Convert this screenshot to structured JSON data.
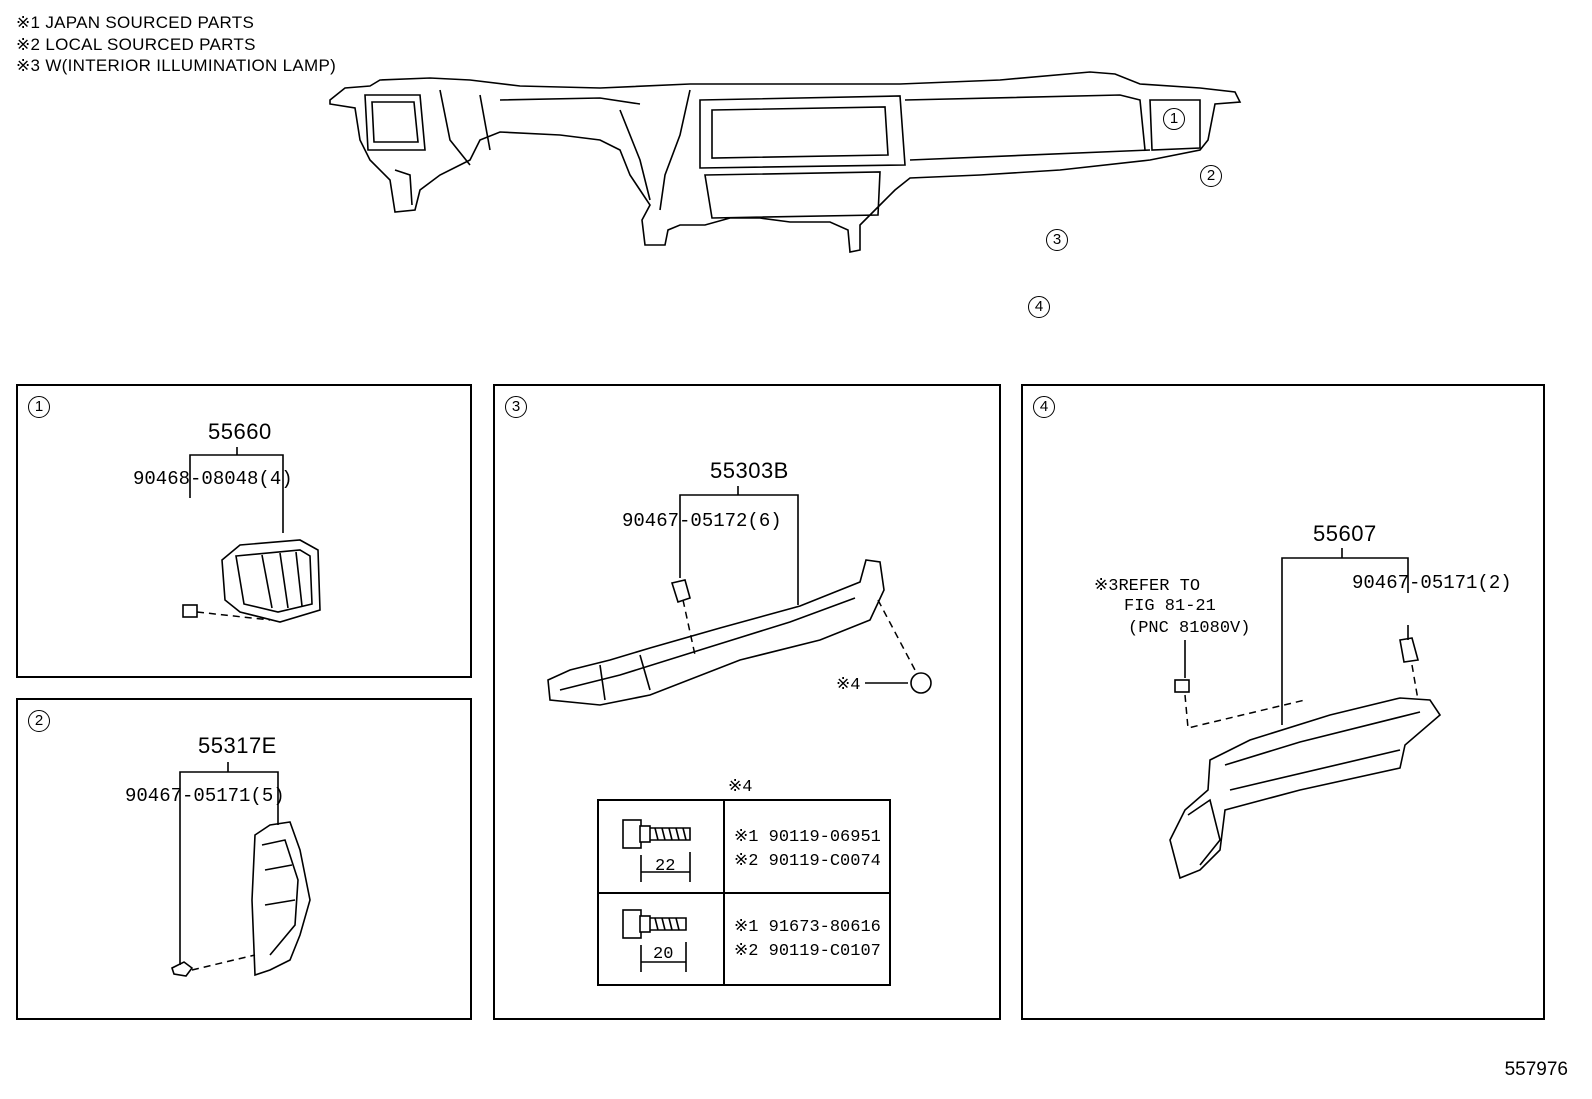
{
  "notes": {
    "line1": "※1 JAPAN SOURCED PARTS",
    "line2": "※2 LOCAL SOURCED PARTS",
    "line3": "※3 W(INTERIOR ILLUMINATION LAMP)"
  },
  "overview": {
    "callouts": [
      "1",
      "2",
      "3",
      "4"
    ]
  },
  "panels": {
    "p1": {
      "index": "1",
      "main": "55660",
      "sub": "90468-08048(4)"
    },
    "p2": {
      "index": "2",
      "main": "55317E",
      "sub": "90467-05171(5)"
    },
    "p3": {
      "index": "3",
      "main": "55303B",
      "sub": "90467-05172(6)",
      "ref": "※4"
    },
    "p4": {
      "index": "4",
      "main": "55607",
      "sub": "90467-05171(2)",
      "refer1": "※3REFER TO",
      "refer2": "FIG 81-21",
      "refer3": "(PNC 81080V)"
    }
  },
  "bolt_table": {
    "title": "※4",
    "rows": [
      {
        "length": "22",
        "part1": "※1 90119-06951",
        "part2": "※2 90119-C0074"
      },
      {
        "length": "20",
        "part1": "※1 91673-80616",
        "part2": "※2 90119-C0107"
      }
    ]
  },
  "doc_id": "557976"
}
